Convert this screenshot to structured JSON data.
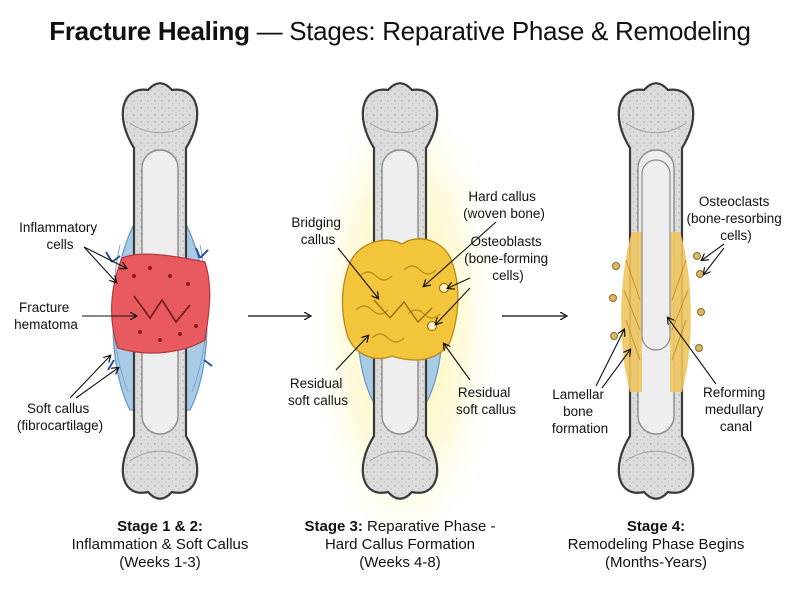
{
  "title": {
    "bold": "Fracture Healing",
    "rest": " — Stages: Reparative Phase & Remodeling"
  },
  "stage1": {
    "labels": {
      "inflammatory": [
        "Inflammatory",
        "cells"
      ],
      "hematoma": [
        "Fracture",
        "hematoma"
      ],
      "soft_callus": [
        "Soft callus",
        "(fibrocartilage)"
      ]
    },
    "caption": {
      "head": "Stage 1 & 2:",
      "line2": "Inflammation & Soft Callus",
      "line3": "(Weeks 1-3)"
    }
  },
  "stage3": {
    "labels": {
      "bridging": [
        "Bridging",
        "callus"
      ],
      "hard_callus": [
        "Hard callus",
        "(woven bone)"
      ],
      "osteoblasts": [
        "Osteoblasts",
        "(bone-forming",
        "cells)"
      ],
      "residual_left": [
        "Residual",
        "soft callus"
      ],
      "residual_right": [
        "Residual",
        "soft callus"
      ]
    },
    "caption": {
      "head": "Stage 3:",
      "rest": " Reparative Phase -",
      "line2": "Hard Callus Formation",
      "line3": "(Weeks 4-8)"
    }
  },
  "stage4": {
    "labels": {
      "osteoclasts": [
        "Osteoclasts",
        "(bone-resorbing",
        "cells)"
      ],
      "lamellar": [
        "Lamellar",
        "bone",
        "formation"
      ],
      "medullary": [
        "Reforming",
        "medullary",
        "canal"
      ]
    },
    "caption": {
      "head": "Stage 4:",
      "line2": "Remodeling Phase Begins",
      "line3": "(Months-Years)"
    }
  },
  "colors": {
    "bone_fill": "#dcdcdc",
    "bone_outline": "#3a3a3a",
    "marrow": "#eeeeee",
    "hematoma": "#e85a5f",
    "soft_callus": "#a9cbe6",
    "hard_callus": "#f2c53a",
    "glow": "#fff3a0",
    "remodel": "#f0c560"
  }
}
